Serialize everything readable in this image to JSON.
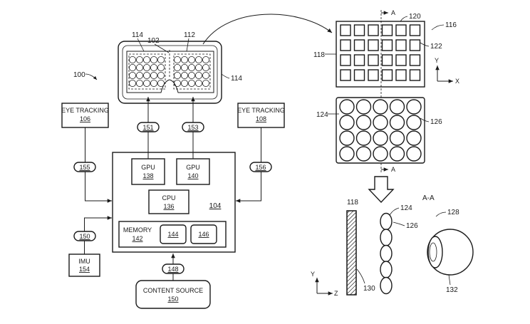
{
  "refs": {
    "system": "100",
    "display_left": "114",
    "display_right": "112",
    "nose": "102",
    "frame": "114",
    "pixel_layer": "118",
    "pixel_layer_ref": "120",
    "pixel_grid": "122",
    "view_ref": "116",
    "lens_array": "124",
    "lens_layer": "126",
    "lens_side": "124",
    "lens_side_ref": "126",
    "side_layer": "118",
    "gap": "130",
    "eye_ref": "128",
    "eye": "132"
  },
  "section": {
    "marker": "A",
    "label": "A-A"
  },
  "axes": {
    "x": "X",
    "y": "Y",
    "z": "Z"
  },
  "blocks": {
    "eye_tracking_left": {
      "title": "EYE TRACKING",
      "num": "106"
    },
    "eye_tracking_right": {
      "title": "EYE TRACKING",
      "num": "108"
    },
    "gpu_left": {
      "title": "GPU",
      "num": "138"
    },
    "gpu_right": {
      "title": "GPU",
      "num": "140"
    },
    "cpu": {
      "title": "CPU",
      "num": "136"
    },
    "computer": {
      "num": "104"
    },
    "memory": {
      "title": "MEMORY",
      "num": "142"
    },
    "mem_a": {
      "num": "144"
    },
    "mem_b": {
      "num": "146"
    },
    "imu": {
      "title": "IMU",
      "num": "154"
    },
    "content_source": {
      "title": "CONTENT SOURCE",
      "num": "150"
    }
  },
  "links": {
    "gpu_left_display": "151",
    "gpu_right_display": "153",
    "tracking_left": "155",
    "tracking_right": "156",
    "imu": "150",
    "content": "148"
  }
}
